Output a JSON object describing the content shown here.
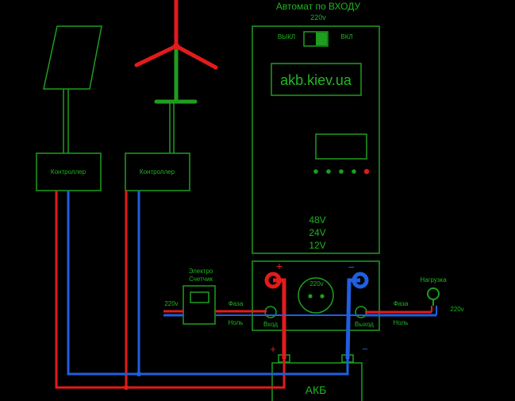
{
  "header": {
    "title": "Автомат по ВХОДУ",
    "voltage": "220v"
  },
  "inverter": {
    "switch_off_label": "ВЫКЛ",
    "switch_on_label": "ВКЛ",
    "site": "akb.kiev.ua",
    "voltages": [
      "48V",
      "24V",
      "12V"
    ],
    "outlet_voltage": "220v",
    "plus_sign": "+",
    "minus_sign": "−",
    "input_label": "Вход",
    "output_label": "Выход"
  },
  "controllers": {
    "left_label": "Контроллер",
    "right_label": "Контроллер"
  },
  "meter": {
    "label_line1": "Электро",
    "label_line2": "Счетчик"
  },
  "grid_in": {
    "voltage": "220v",
    "phase_label": "Фаза",
    "neutral_label": "Ноль"
  },
  "load": {
    "label": "Нагрузка",
    "voltage": "220v",
    "phase_label": "Фаза",
    "neutral_label": "Ноль"
  },
  "battery": {
    "label": "АКБ",
    "plus_sign": "+",
    "minus_sign": "−"
  },
  "colors": {
    "green": "#1e9e1e",
    "red": "#e31b1b",
    "blue": "#1f5fe0",
    "background": "#000000"
  }
}
